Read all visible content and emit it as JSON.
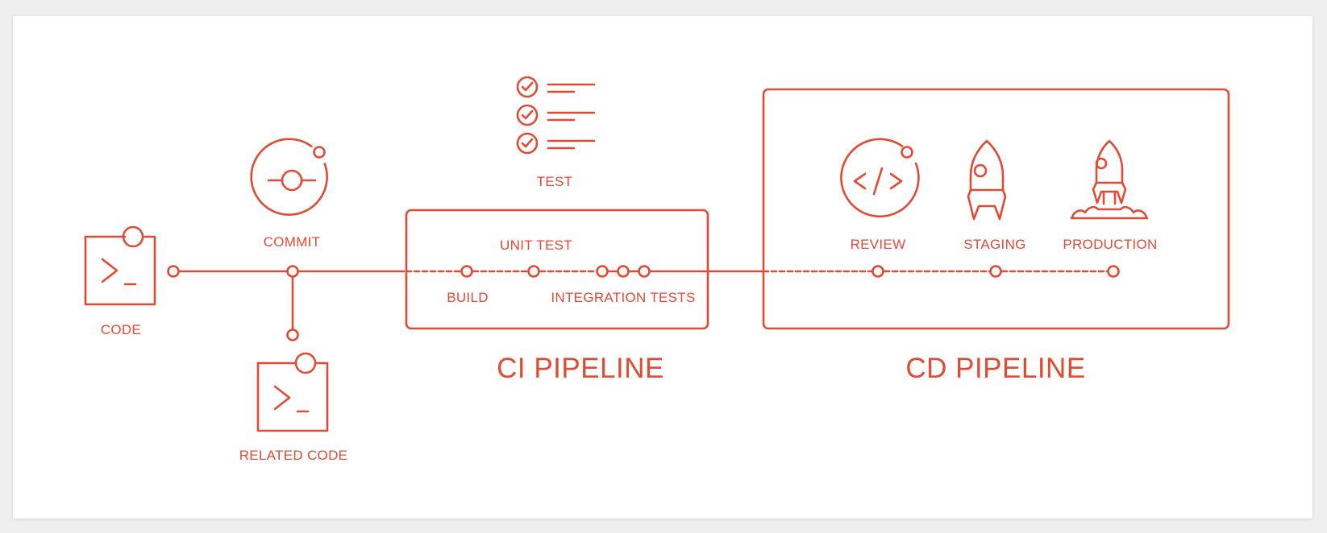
{
  "accent_color": "#e24a33",
  "stages": {
    "code": "CODE",
    "commit": "COMMIT",
    "related_code": "RELATED CODE",
    "test": "TEST",
    "unit_test": "UNIT TEST",
    "build": "BUILD",
    "integration_tests": "INTEGRATION TESTS",
    "review": "REVIEW",
    "staging": "STAGING",
    "production": "PRODUCTION"
  },
  "pipelines": {
    "ci": "CI PIPELINE",
    "cd": "CD PIPELINE"
  },
  "icons": [
    "terminal-icon",
    "commit-icon",
    "checklist-icon",
    "code-review-icon",
    "rocket-icon",
    "rocket-launch-icon"
  ]
}
